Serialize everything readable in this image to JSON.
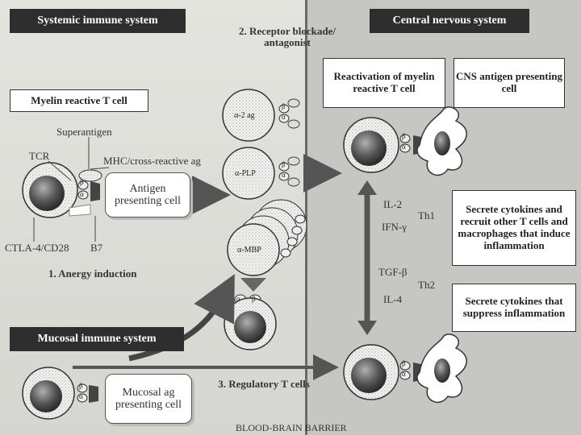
{
  "headers": {
    "systemic": "Systemic immune system",
    "cns": "Central nervous system",
    "mucosal": "Mucosal immune system"
  },
  "boxes": {
    "myelin_tcell": "Myelin reactive T cell",
    "reactivation": "Reactivation of myelin reactive T cell",
    "cns_apc": "CNS antigen presenting cell",
    "secrete_inflam": "Secrete cytokines and recruit other T cells and macrophages that induce inflammation",
    "secrete_suppress": "Secrete cytokines that suppress inflammation",
    "apc": "Antigen presenting cell",
    "mucosal_apc": "Mucosal ag presenting cell"
  },
  "labels": {
    "receptor_blockade": "2. Receptor blockade/ antagonist",
    "superantigen": "Superantigen",
    "tcr": "TCR",
    "mhc": "MHC/cross-reactive ag",
    "ctla4": "CTLA-4/CD28",
    "b7": "B7",
    "anergy": "1. Anergy induction",
    "regulatory": "3. Regulatory T cells",
    "il2": "IL-2",
    "ifng": "IFN-γ",
    "th1": "Th1",
    "tgfb": "TGF-β",
    "il4": "IL-4",
    "th2": "Th2",
    "bbb": "BLOOD-BRAIN BARRIER"
  },
  "antibodies": {
    "a2ag": "α-2 ag",
    "aplp": "α-PLP",
    "ambp": "α-MBP"
  },
  "greek": {
    "alpha": "α",
    "beta": "β"
  }
}
